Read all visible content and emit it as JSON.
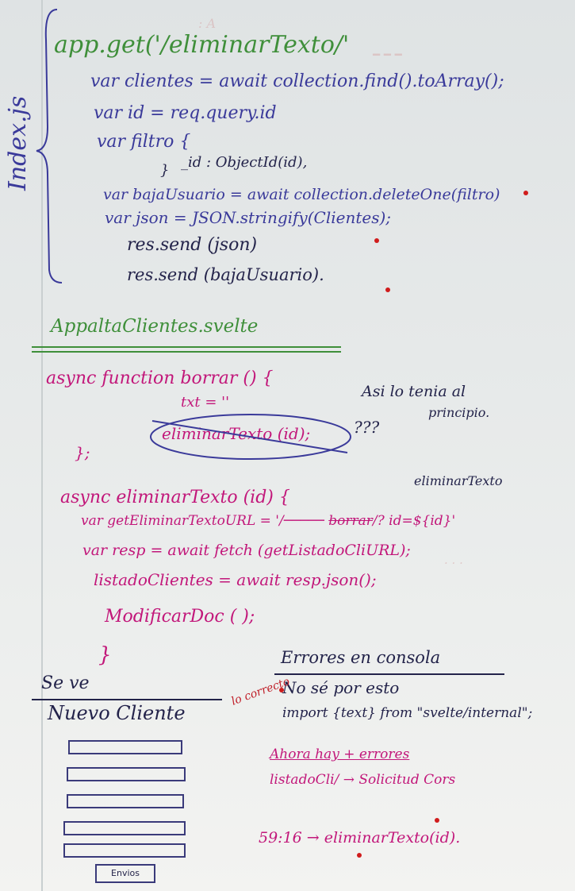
{
  "notebook": {
    "side_label": "Index.js",
    "backend": {
      "line1": "app.get('/eliminarTexto/'",
      "line2": "var clientes = await collection.find().toArray();",
      "line3": "var id = req.query.id",
      "line4": "var filtro {",
      "line5": "_id : ObjectId(id),",
      "line6": "}",
      "line7": "var bajaUsuario = await collection.deleteOne(filtro)",
      "line8": "var json = JSON.stringify(Clientes);",
      "line9": "res.send (json)",
      "line10": "res.send (bajaUsuario)."
    },
    "frontend": {
      "title": "AppaltaClientes.svelte",
      "f1": "async function borrar () {",
      "f2": "txt = ''",
      "f3": "eliminarTexto (id);",
      "f4": "???",
      "f5": "};",
      "note1": "Asi lo tenia al",
      "note2": "principio.",
      "g1": "async eliminarTexto (id) {",
      "g2_prefix": "var getEliminarTextoURL = '/",
      "g2_strike": "borrar",
      "g2_suffix": "/? id=${id}'",
      "g2_above": "eliminarTexto",
      "g3": "var resp = await fetch (getListadoCliURL);",
      "g4": "listadoClientes = await resp.json();",
      "g5": "ModificarDoc ( );",
      "g6": "}"
    },
    "errors": {
      "title": "Errores en consola",
      "e1": "No sé por esto",
      "e2": "import {text} from \"svelte/internal\";",
      "e3": "Ahora hay + errores",
      "e4": "listadoCli/ → Solicitud Cors",
      "e5": "59:16 → eliminarTexto(id)."
    },
    "preview": {
      "title": "Se ve",
      "heading": "Nuevo Cliente",
      "aside": "lo correcto",
      "button": "Envios"
    }
  }
}
